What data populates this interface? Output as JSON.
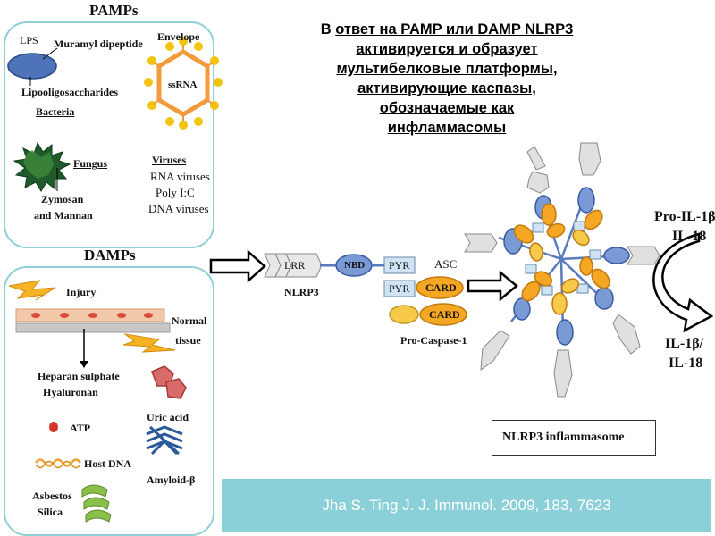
{
  "title": {
    "line1_prefix": "В ",
    "line1_underlined": "ответ на PAMP или DAMP NLRP3",
    "line2": "активируется и образует",
    "line3": "мультибелковые платформы,",
    "line4": "активирующие каспазы,",
    "line5": "обозначаемые как",
    "line6": "инфламмасомы"
  },
  "pamps": {
    "heading": "PAMPs",
    "lps": "LPS",
    "muramyl": "Muramyl dipeptide",
    "lipo": "Lipooligosaccharides",
    "bacteria": "Bacteria",
    "envelope": "Envelope",
    "ssrna": "ssRNA",
    "fungus": "Fungus",
    "zymosan1": "Zymosan",
    "zymosan2": "and Mannan",
    "viruses": "Viruses",
    "v1": "RNA viruses",
    "v2": "Poly I:C",
    "v3": "DNA viruses"
  },
  "damps": {
    "heading": "DAMPs",
    "injury": "Injury",
    "normal1": "Normal",
    "normal2": "tissue",
    "heparan1": "Heparan sulphate",
    "heparan2": "Hyaluronan",
    "atp": "ATP",
    "uric": "Uric acid",
    "hostdna": "Host DNA",
    "amyloid": "Amyloid-β",
    "asbestos1": "Asbestos",
    "asbestos2": "Silica"
  },
  "nlrp3": {
    "lrr": "LRR",
    "nbd": "NBD",
    "pyr": "PYR",
    "name": "NLRP3",
    "asc": "ASC",
    "pyr2": "PYR",
    "card": "CARD",
    "card2": "CARD",
    "procasp": "Pro-Caspase-1"
  },
  "right": {
    "pro1": "Pro-IL-1β/",
    "pro2": "IL-18",
    "il1": "IL-1β/",
    "il2": "IL-18",
    "inflammasome": "NLRP3 inflammasome"
  },
  "citation": "Jha S. Ting J. J. Immunol. 2009, 183, 7623",
  "colors": {
    "panel_border": "#8fd0d6",
    "cite_bg": "#8bd0d8",
    "blue_domain": "#6f8fcf",
    "orange_card": "#f5a623",
    "yellow_card": "#f7c948"
  }
}
